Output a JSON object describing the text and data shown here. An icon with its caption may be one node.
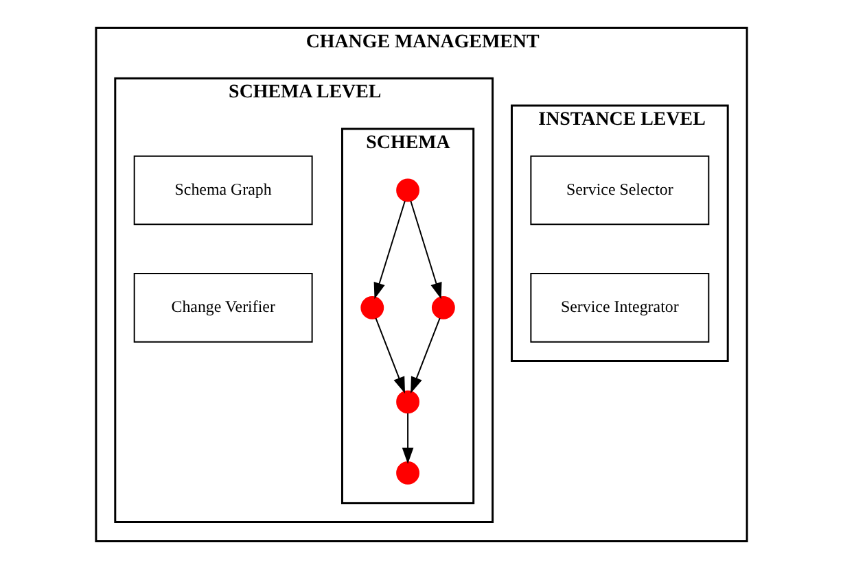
{
  "diagram": {
    "nodes": [
      {
        "text": [
          "CHANGE MANAGEMENT"
        ]
      },
      {
        "text": [
          "INSTANCE LEVEL"
        ],
        "in": 0
      },
      {
        "text": [
          "Service Selector"
        ],
        "in": 1
      },
      {
        "text": [
          "Service Integrator"
        ],
        "in": 1
      },
      {
        "text": [
          "SCHEMA LEVEL"
        ],
        "in": 0
      },
      {
        "text": [
          "Schema Graph"
        ],
        "in": 4
      },
      {
        "text": [
          "Change Verifier"
        ],
        "in": 4
      },
      {
        "text": [
          "SCHEMA"
        ],
        "in": 4
      },
      {
        "text": [],
        "shape": "circle",
        "in": 7
      },
      {
        "text": [],
        "shape": "circle",
        "in": 7
      },
      {
        "text": [],
        "shape": "circle",
        "in": 7
      },
      {
        "text": [],
        "shape": "circle",
        "in": 7
      },
      {
        "text": [],
        "shape": "circle",
        "in": 7
      }
    ],
    "edges": [
      {
        "from": 8,
        "to": 9,
        "arrow": "to"
      },
      {
        "from": 8,
        "to": 10,
        "arrow": "to"
      },
      {
        "from": 9,
        "to": 11,
        "arrow": "to"
      },
      {
        "from": 10,
        "to": 11,
        "arrow": "to"
      },
      {
        "from": 11,
        "to": 12,
        "arrow": "to"
      }
    ]
  }
}
